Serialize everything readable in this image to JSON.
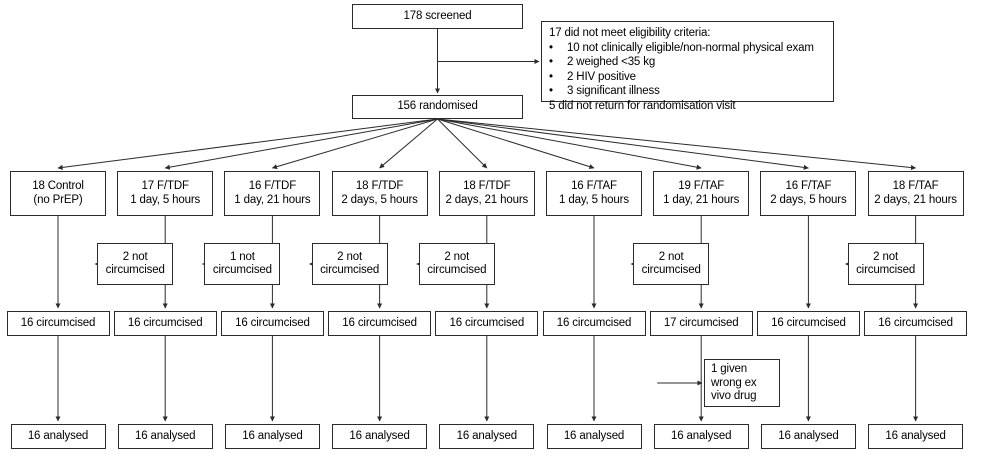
{
  "diagram": {
    "title": "CONSORT participant flow diagram",
    "type": "flowchart",
    "stroke_color": "#2b2b2b",
    "background_color": "#ffffff"
  },
  "enrollment": {
    "screened": "178 screened",
    "randomised": "156 randomised"
  },
  "exclusions": {
    "heading": "17 did not meet eligibility criteria:",
    "items": [
      "10 not clinically eligible/non-normal physical exam",
      "2 weighed <35 kg",
      "2 HIV positive",
      "3 significant illness"
    ],
    "footer": "5 did not return for randomisation visit"
  },
  "arms": [
    {
      "id": "arm-control",
      "line1": "18 Control",
      "line2": "(no PrEP)",
      "not_circumcised": null,
      "circumcised": "16 circumcised",
      "note": null,
      "analysed": "16 analysed"
    },
    {
      "id": "arm-ftdf-1d-5h",
      "line1": "17 F/TDF",
      "line2": "1 day, 5 hours",
      "not_circumcised": "2 not circumcised",
      "circumcised": "16 circumcised",
      "note": null,
      "analysed": "16 analysed"
    },
    {
      "id": "arm-ftdf-1d-21h",
      "line1": "16 F/TDF",
      "line2": "1 day, 21 hours",
      "not_circumcised": "1 not circumcised",
      "circumcised": "16 circumcised",
      "note": null,
      "analysed": "16 analysed"
    },
    {
      "id": "arm-ftdf-2d-5h",
      "line1": "18 F/TDF",
      "line2": "2 days, 5 hours",
      "not_circumcised": "2 not circumcised",
      "circumcised": "16 circumcised",
      "note": null,
      "analysed": "16 analysed"
    },
    {
      "id": "arm-ftdf-2d-21h",
      "line1": "18 F/TDF",
      "line2": "2 days, 21 hours",
      "not_circumcised": "2 not circumcised",
      "circumcised": "16 circumcised",
      "note": null,
      "analysed": "16 analysed"
    },
    {
      "id": "arm-ftaf-1d-5h",
      "line1": "16 F/TAF",
      "line2": "1 day, 5 hours",
      "not_circumcised": null,
      "circumcised": "16 circumcised",
      "note": null,
      "analysed": "16 analysed"
    },
    {
      "id": "arm-ftaf-1d-21h",
      "line1": "19 F/TAF",
      "line2": "1 day, 21 hours",
      "not_circumcised": "2 not circumcised",
      "circumcised": "17 circumcised",
      "note": "1 given wrong ex vivo drug",
      "analysed": "16 analysed"
    },
    {
      "id": "arm-ftaf-2d-5h",
      "line1": "16 F/TAF",
      "line2": "2 days, 5 hours",
      "not_circumcised": null,
      "circumcised": "16 circumcised",
      "note": null,
      "analysed": "16 analysed"
    },
    {
      "id": "arm-ftaf-2d-21h",
      "line1": "18 F/TAF",
      "line2": "2 days, 21 hours",
      "not_circumcised": "2 not circumcised",
      "circumcised": "16 circumcised",
      "note": null,
      "analysed": "16 analysed"
    }
  ],
  "note_box": {
    "line1": "1 given",
    "line2": "wrong ex",
    "line3": "vivo drug"
  },
  "not_circumcised_boxes": [
    {
      "arm_index": 1,
      "line1": "2 not",
      "line2": "circumcised"
    },
    {
      "arm_index": 2,
      "line1": "1 not",
      "line2": "circumcised"
    },
    {
      "arm_index": 3,
      "line1": "2 not",
      "line2": "circumcised"
    },
    {
      "arm_index": 4,
      "line1": "2 not",
      "line2": "circumcised"
    },
    {
      "arm_index": 6,
      "line1": "2 not",
      "line2": "circumcised"
    },
    {
      "arm_index": 8,
      "line1": "2 not",
      "line2": "circumcised"
    }
  ]
}
